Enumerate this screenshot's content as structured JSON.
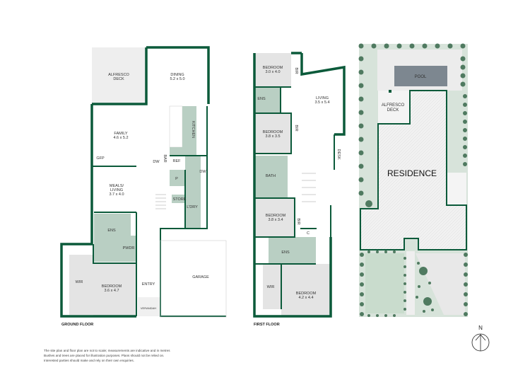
{
  "ground_floor": {
    "title": "GROUND FLOOR",
    "rooms": {
      "alfresco": "ALFRESCO",
      "alfresco2": "DECK",
      "dining": "DINING",
      "dining_size": "5.2 x 5.0",
      "family": "FAMILY",
      "family_size": "4.6 x 5.2",
      "kitchen": "KITCHEN",
      "gfp": "GFP",
      "dw": "DW",
      "bar": "BAR",
      "ref": "REF",
      "dw2": "DW",
      "meals": "MEALS/",
      "meals2": "LIVING",
      "meals_size": "3.7 x 4.0",
      "pantry": "P",
      "store": "STORE",
      "laundry": "L'DRY",
      "ens": "ENS",
      "pwdr": "PWDR",
      "wir": "WIR",
      "bedroom": "BEDROOM",
      "bedroom_size": "3.6 x 4.7",
      "entry": "ENTRY",
      "verandah": "VERANDAH",
      "garage": "GARAGE"
    }
  },
  "first_floor": {
    "title": "FIRST FLOOR",
    "rooms": {
      "bed1": "BEDROOM",
      "bed1_size": "3.0 x 4.0",
      "bir1": "BIR",
      "living": "LIVING",
      "living_size": "3.5 x 5.4",
      "desk": "DESK",
      "ens1": "ENS",
      "bed2": "BEDROOM",
      "bed2_size": "3.8 x 3.5",
      "bir2": "BIR",
      "bath": "BATH",
      "bed3": "BEDROOM",
      "bed3_size": "3.8 x 3.4",
      "bir3": "BIR",
      "c": "C",
      "ens2": "ENS",
      "wir": "WIR",
      "bed4": "BEDROOM",
      "bed4_size": "4.2 x 4.4"
    }
  },
  "site_plan": {
    "pool": "POOL",
    "alfresco": "ALFRESCO",
    "alfresco2": "DECK",
    "residence": "RESIDENCE"
  },
  "north_label": "N",
  "disclaimer": [
    "The site plan and floor plan are not to scale; measurements are indicative and in metres",
    "Bushes and trees are placed for illustration purposes. Plans should not be relied on.",
    "Interested parties should make and rely on their own enquiries."
  ],
  "colors": {
    "wall": "#0b5a3a",
    "wet_area": "#b9cfc3",
    "room_grey": "#e4e4e4",
    "garden": "#d7e3da",
    "tree": "#4f7a60",
    "pool": "#7d8790"
  }
}
